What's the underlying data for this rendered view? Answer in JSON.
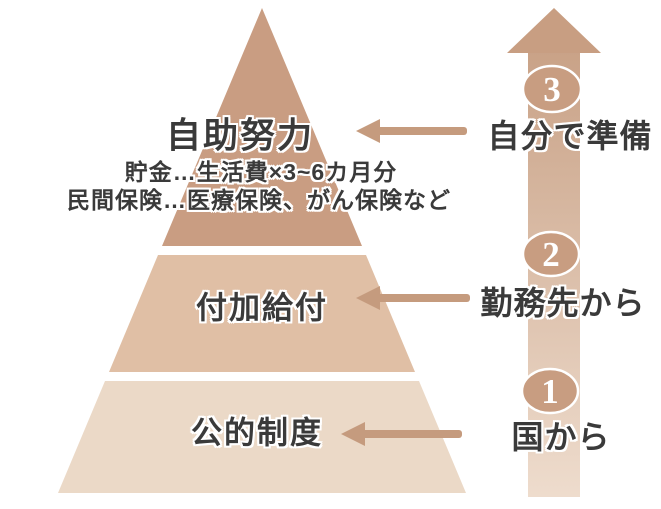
{
  "diagram": {
    "title_hint": "self-help / workplace / public-system benefits pyramid",
    "pyramid": {
      "tiers": [
        {
          "label": "自助努力",
          "color": "#c99d82",
          "details": [
            "貯金…生活費×3~6カ月分",
            "民間保険…医療保険、がん保険など"
          ]
        },
        {
          "label": "付加給付",
          "color": "#e0bfa5",
          "details": []
        },
        {
          "label": "公的制度",
          "color": "#ebd9c7",
          "details": []
        }
      ]
    },
    "arrow_column": {
      "shaft_color_top": "#c9a287",
      "shaft_color_bottom": "#eedccd",
      "head_color": "#c89e82",
      "circle_color": "#c89d81",
      "circle_number_color": "#ffffff",
      "steps": [
        {
          "number": "3",
          "label": "自分で準備"
        },
        {
          "number": "2",
          "label": "勤務先から"
        },
        {
          "number": "1",
          "label": "国から"
        }
      ]
    },
    "pointer_arrows": {
      "color": "#c59b7e"
    },
    "text_color": "#3a3a3a",
    "background_color": "#ffffff"
  }
}
